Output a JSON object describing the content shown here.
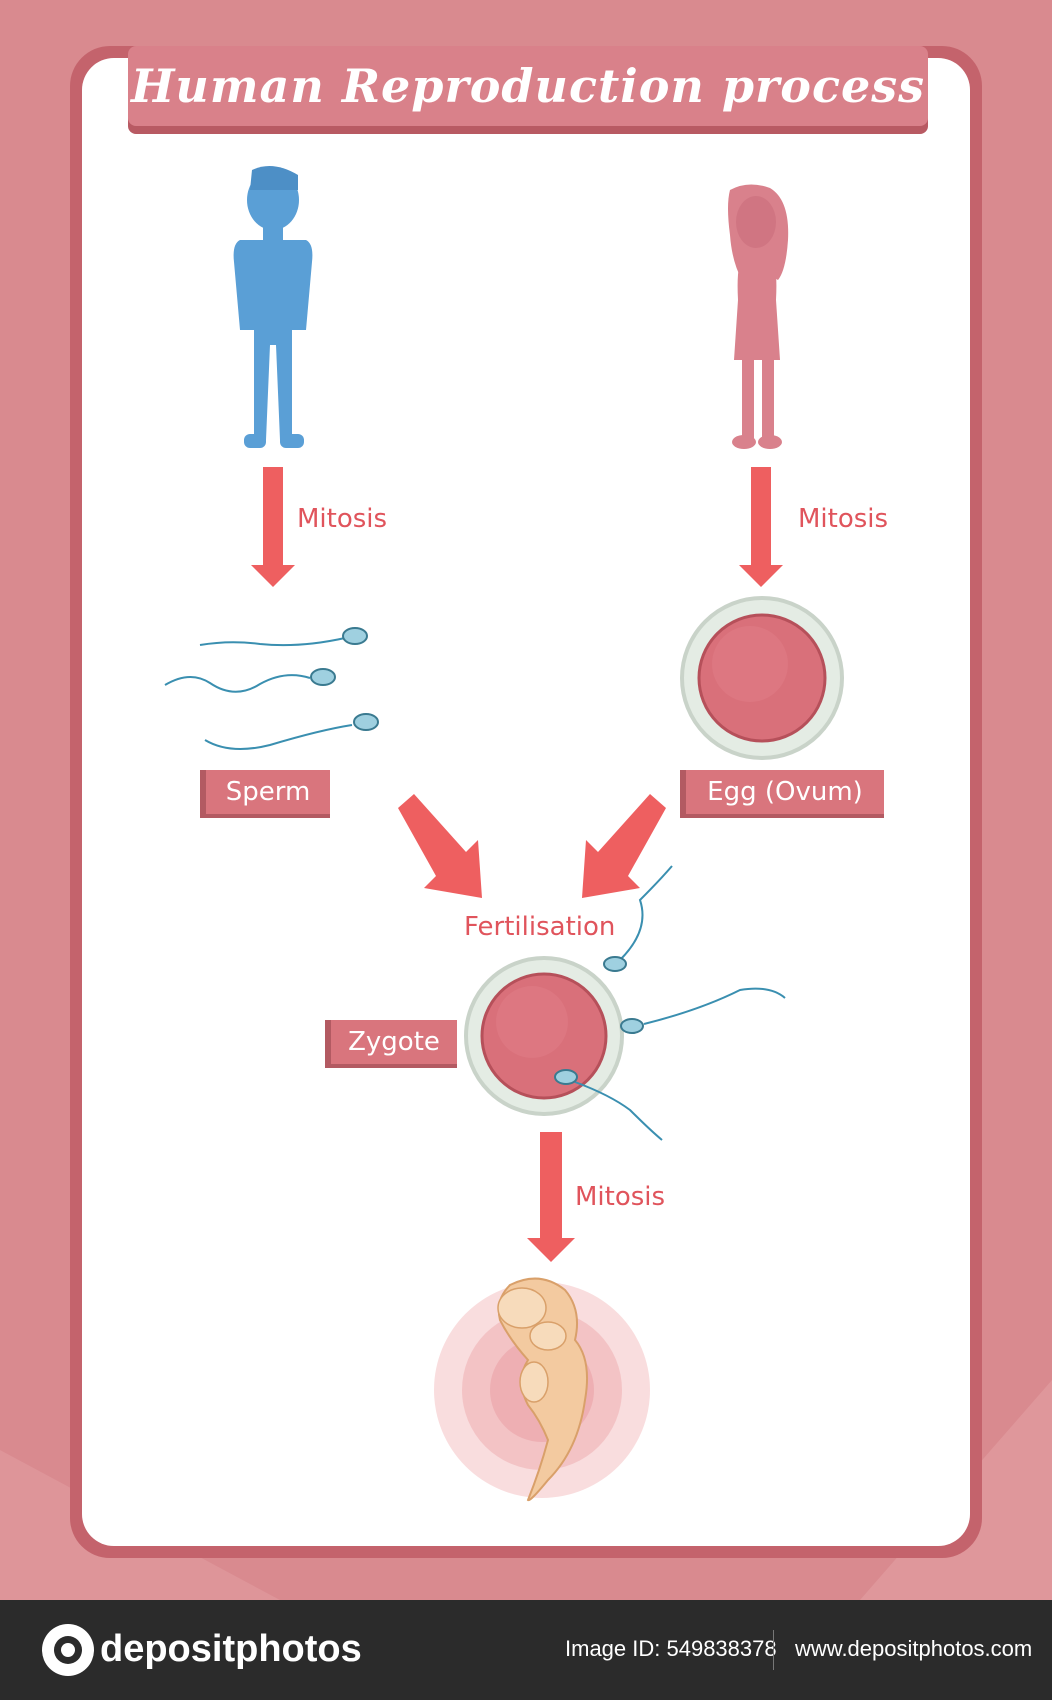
{
  "title": "Human Reproduction process",
  "nodes": {
    "sperm": "Sperm",
    "egg": "Egg (Ovum)",
    "zygote": "Zygote",
    "fertilisation": "Fertilisation"
  },
  "steps": {
    "male_to_sperm": "Mitosis",
    "female_to_egg": "Mitosis",
    "zygote_to_embryo": "Mitosis"
  },
  "footer": {
    "brand": "depositphotos",
    "image_id": "Image ID: 549838378",
    "url": "www.depositphotos.com"
  },
  "watermark": "depositphotos",
  "colors": {
    "background": "#d98a8f",
    "frame": "#c4636c",
    "arrow": "#ee5f60",
    "label_text": "#e0545c",
    "male": "#5a9fd6",
    "female": "#d9818c"
  }
}
